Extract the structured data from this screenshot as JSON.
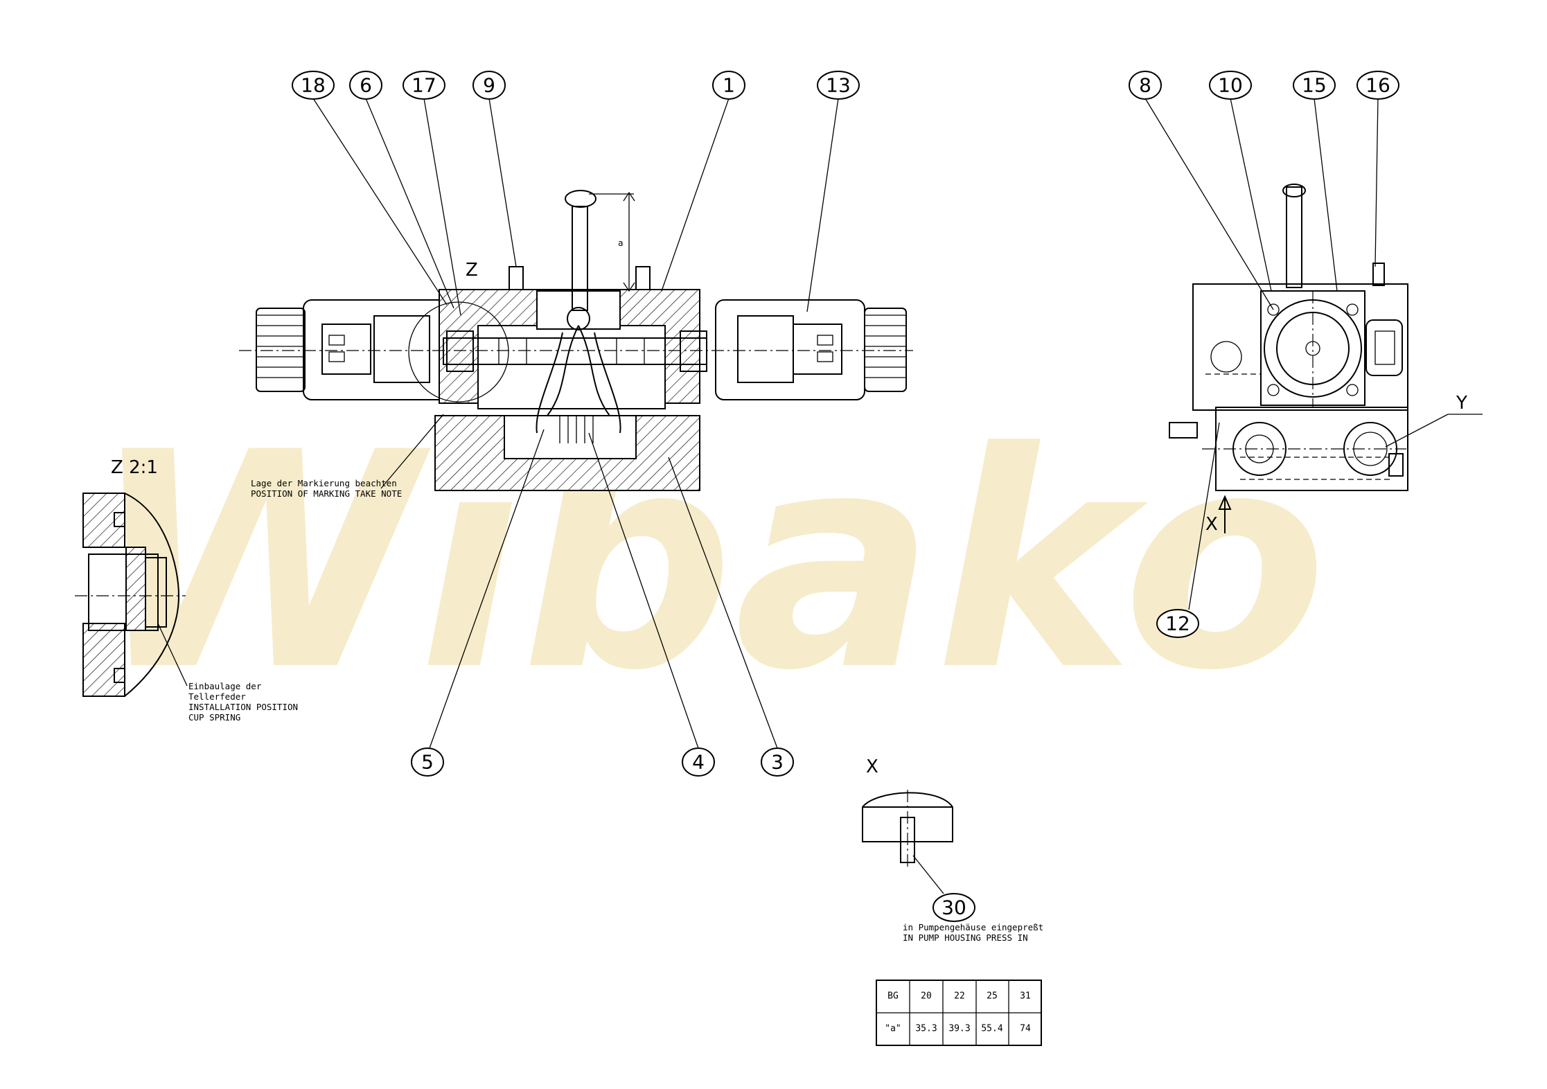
{
  "watermark": "Wibako",
  "view_labels": {
    "detail_z_marker": "Z",
    "detail_z_title": "Z 2:1",
    "view_x_marker": "X",
    "view_x_title": "X",
    "y_marker": "Y"
  },
  "notes": {
    "marking_de": "Lage der Markierung beachten",
    "marking_en": "POSITION OF MARKING TAKE NOTE",
    "install_de_1": "Einbaulage der",
    "install_de_2": "Tellerfeder",
    "install_en_1": "INSTALLATION POSITION",
    "install_en_2": "CUP SPRING",
    "press_de": "in Pumpengehäuse eingepreßt",
    "press_en": "IN PUMP HOUSING PRESS IN",
    "dim_a": "a"
  },
  "balloons": {
    "b18": "18",
    "b6": "6",
    "b17": "17",
    "b9": "9",
    "b1": "1",
    "b13": "13",
    "b8": "8",
    "b10": "10",
    "b15": "15",
    "b16": "16",
    "b12": "12",
    "b5": "5",
    "b4": "4",
    "b3": "3",
    "b30": "30"
  },
  "size_table": {
    "header": [
      "BG",
      "20",
      "22",
      "25",
      "31"
    ],
    "row": [
      "\"a\"",
      "35.3",
      "39.3",
      "55.4",
      "74"
    ]
  }
}
